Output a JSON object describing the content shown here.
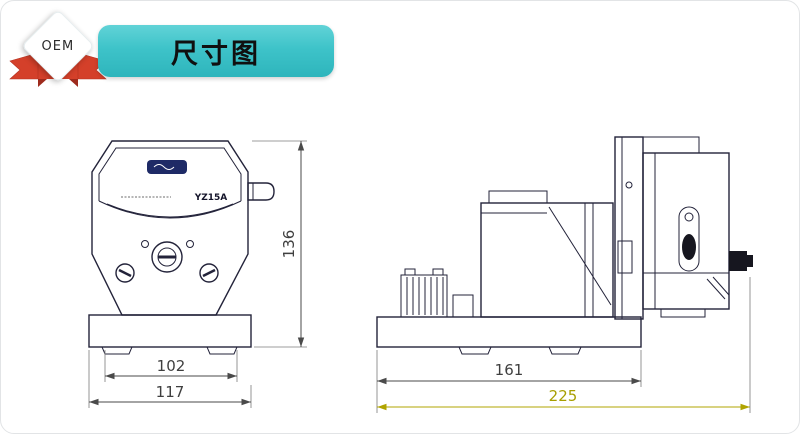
{
  "header": {
    "badge_label": "OEM",
    "title": "尺寸图"
  },
  "front_view": {
    "model_label": "YZ15A",
    "dim_height": "136",
    "dim_width_inner": "102",
    "dim_width_outer": "117"
  },
  "side_view": {
    "dim_length_inner": "161",
    "dim_length_outer": "225"
  },
  "colors": {
    "banner_teal": "#3ec3c9",
    "ribbon_red": "#d4402a",
    "drawing_line": "#23233a",
    "dimension_gray": "#4a4a4a",
    "dimension_accent": "#b0a400"
  }
}
